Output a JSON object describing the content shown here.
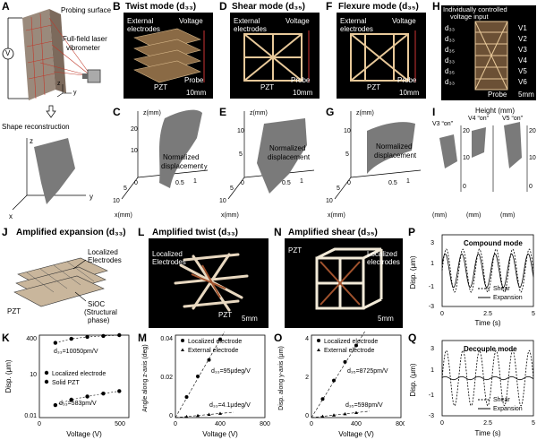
{
  "panelA": {
    "label": "A",
    "probing": "Probing surface",
    "laser": "Full-field laser",
    "vibro": "vibrometer",
    "volt": "V",
    "shape": "Shape reconstruction",
    "z": "z",
    "y": "y",
    "x": "x"
  },
  "panelB": {
    "label": "B",
    "title": "Twist mode (d₃₃)",
    "ext": "External",
    "elec": "electrodes",
    "voltage": "Voltage",
    "probe": "Probe",
    "pzt": "PZT",
    "scale": "10mm"
  },
  "panelD": {
    "label": "D",
    "title": "Shear mode (d₃₅)",
    "ext": "External",
    "elec": "electrodes",
    "voltage": "Voltage",
    "probe": "Probe",
    "pzt": "PZT",
    "scale": "10mm"
  },
  "panelF": {
    "label": "F",
    "title": "Flexure mode (d₃₅)",
    "ext": "External",
    "elec": "electrodes",
    "voltage": "Voltage",
    "probe": "Probe",
    "pzt": "PZT",
    "scale": "10mm"
  },
  "panelH": {
    "label": "H",
    "l1": "Individually controlled",
    "l2": "voltage input",
    "rows": [
      "d₃₃",
      "d₃₃",
      "d₃₅",
      "d₃₃",
      "d₃₅",
      "d₃₃"
    ],
    "vs": [
      "V1",
      "V2",
      "V3",
      "V4",
      "V5",
      "V6"
    ],
    "probe": "Probe",
    "scale": "5mm"
  },
  "panelC": {
    "label": "C",
    "z": "z(mm)",
    "x": "x(mm)",
    "y": "y",
    "norm1": "Normalized",
    "norm2": "displacement",
    "zt": [
      "20",
      "10"
    ],
    "xt": [
      "10",
      "5",
      "0"
    ],
    "yt": [
      "0.5",
      "1"
    ]
  },
  "panelE": {
    "label": "E",
    "z": "z(mm)",
    "x": "x(mm)",
    "norm1": "Normalized",
    "norm2": "displacement",
    "zt": [
      "10",
      "5"
    ],
    "xt": [
      "10",
      "5",
      "0"
    ],
    "yt": [
      "0.5",
      "1"
    ]
  },
  "panelG": {
    "label": "G",
    "z": "z(mm)",
    "x": "x(mm)",
    "norm1": "Normalized",
    "norm2": "displacement",
    "zt": [
      "10",
      "5"
    ],
    "xt": [
      "10",
      "5",
      "0"
    ],
    "yt": [
      "0.5",
      "1"
    ]
  },
  "panelI": {
    "label": "I",
    "height": "Height (mm)",
    "v3": "V3 “on”",
    "v4": "V4 “on”",
    "v5": "V5 “on”",
    "ticks": [
      "20",
      "10",
      "0"
    ],
    "mm": "(mm)"
  },
  "panelJ": {
    "label": "J",
    "title": "Amplified expansion (d₃₃)",
    "loc1": "Localized",
    "loc2": "Electrodes",
    "pzt": "PZT",
    "sioc1": "SiOC",
    "sioc2": "(Structural",
    "sioc3": "phase)"
  },
  "panelL": {
    "label": "L",
    "title": "Amplified twist (d₃₃)",
    "loc1": "Localized",
    "loc2": "Electrodes",
    "pzt": "PZT",
    "scale": "5mm"
  },
  "panelN": {
    "label": "N",
    "title": "Amplified shear (d₃₅)",
    "pzt": "PZT",
    "loc1": "Localized",
    "loc2": "electrodes",
    "scale": "5mm"
  },
  "panelP": {
    "label": "P",
    "title": "Compound mode",
    "ylabel": "Disp. (μm)",
    "xlabel": "Time (s)",
    "leg1": "Shear",
    "leg2": "Expansion",
    "yt": [
      "3",
      "1",
      "-1",
      "-3"
    ],
    "xt": [
      "0",
      "2.5",
      "5"
    ]
  },
  "panelQ": {
    "label": "Q",
    "title": "Decouple mode",
    "ylabel": "Disp. (μm)",
    "xlabel": "Time (s)",
    "leg1": "Shear",
    "leg2": "Expansion",
    "yt": [
      "3",
      "1",
      "-1",
      "-3"
    ],
    "xt": [
      "0",
      "2.5",
      "5"
    ]
  },
  "panelK": {
    "label": "K",
    "ylabel": "Disp. (μm)",
    "xlabel": "Voltage (V)",
    "ann1": "d₃₃=10050pm/V",
    "ann2": "d₃₃=583pm/V",
    "leg1": "Localized electrode",
    "leg2": "Solid PZT",
    "yt": [
      "400",
      "10",
      "0.01"
    ],
    "xt": [
      "0",
      "500"
    ]
  },
  "panelM": {
    "label": "M",
    "ylabel": "Angle along z-axis (deg)",
    "xlabel": "Voltage (V)",
    "ann1": "d₃₃=95μdeg/V",
    "ann2": "d₃₃=4.1μdeg/V",
    "leg1": "Localized electrode",
    "leg2": "External electrode",
    "yt": [
      "0.04",
      "0.02",
      "0"
    ],
    "xt": [
      "0",
      "400",
      "800"
    ]
  },
  "panelO": {
    "label": "O",
    "ylabel": "Disp. along y-axis (μm)",
    "xlabel": "Voltage (V)",
    "ann1": "d₃₅=8725pm/V",
    "ann2": "d₃₅=598pm/V",
    "leg1": "Localized electrode",
    "leg2": "External electrode",
    "yt": [
      "4",
      "2",
      "0"
    ],
    "xt": [
      "0",
      "400",
      "800"
    ]
  },
  "chart_data": [
    {
      "type": "line",
      "title": "Compound mode",
      "xlabel": "Time (s)",
      "ylabel": "Disp. (μm)",
      "xlim": [
        0,
        5
      ],
      "ylim": [
        -3,
        3
      ],
      "series": [
        {
          "name": "Shear",
          "amplitude": 1.8,
          "periods": 5.5
        },
        {
          "name": "Expansion",
          "amplitude": 1.4,
          "periods": 5.5
        }
      ]
    },
    {
      "type": "line",
      "title": "Decouple mode",
      "xlabel": "Time (s)",
      "ylabel": "Disp. (μm)",
      "xlim": [
        0,
        5
      ],
      "ylim": [
        -3,
        3
      ],
      "series": [
        {
          "name": "Shear",
          "amplitude": 2.2,
          "periods": 5.5
        },
        {
          "name": "Expansion",
          "amplitude": 0.12,
          "periods": 5.5
        }
      ]
    },
    {
      "type": "scatter",
      "xlabel": "Voltage (V)",
      "ylabel": "Disp. (μm)",
      "series": [
        {
          "name": "Localized electrode",
          "x": [
            100,
            200,
            300,
            400,
            500
          ],
          "y": [
            150,
            250,
            320,
            360,
            400
          ]
        },
        {
          "name": "Solid PZT",
          "x": [
            100,
            200,
            300,
            400,
            500
          ],
          "y": [
            0.05,
            0.1,
            0.15,
            0.22,
            0.3
          ]
        }
      ]
    },
    {
      "type": "scatter",
      "xlabel": "Voltage (V)",
      "ylabel": "Angle along z-axis (deg)",
      "series": [
        {
          "name": "Localized electrode",
          "x": [
            100,
            200,
            300,
            400
          ],
          "y": [
            0.01,
            0.02,
            0.028,
            0.038
          ]
        },
        {
          "name": "External electrode",
          "x": [
            100,
            200,
            300,
            400
          ],
          "y": [
            0.0005,
            0.001,
            0.0015,
            0.002
          ]
        }
      ]
    },
    {
      "type": "scatter",
      "xlabel": "Voltage (V)",
      "ylabel": "Disp. along y-axis (μm)",
      "series": [
        {
          "name": "Localized electrode",
          "x": [
            100,
            200,
            300,
            400
          ],
          "y": [
            0.9,
            1.8,
            2.7,
            3.5
          ]
        },
        {
          "name": "External electrode",
          "x": [
            100,
            200,
            300,
            400
          ],
          "y": [
            0.06,
            0.12,
            0.18,
            0.24
          ]
        }
      ]
    }
  ]
}
